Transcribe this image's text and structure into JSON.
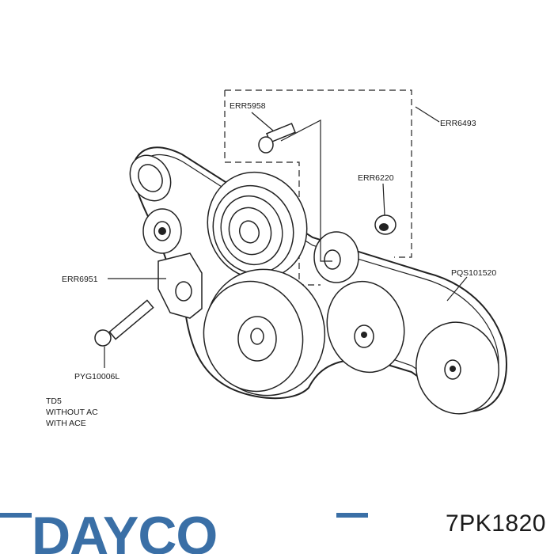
{
  "labels": {
    "err5958": "ERR5958",
    "err6493": "ERR6493",
    "err6220": "ERR6220",
    "err6951": "ERR6951",
    "pqs101520": "PQS101520",
    "pyg10006l": "PYG10006L"
  },
  "notes": [
    "TD5",
    "WITHOUT AC",
    "WITH ACE"
  ],
  "brand": {
    "name": "DAYCO",
    "color": "#3a6fa6"
  },
  "part_number": "7PK1820"
}
